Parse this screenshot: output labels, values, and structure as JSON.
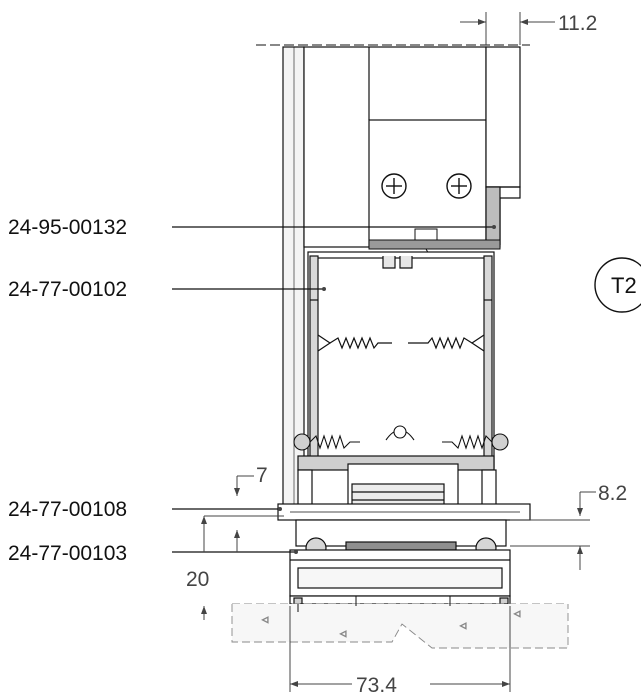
{
  "drawing": {
    "part_labels": [
      "24-95-00132",
      "24-77-00102",
      "24-77-00108",
      "24-77-00103"
    ],
    "dimensions": {
      "top_right": "11.2",
      "left_small": "7",
      "right": "8.2",
      "left_height": "20",
      "bottom_width": "73.4"
    },
    "detail_tag": "T2"
  }
}
